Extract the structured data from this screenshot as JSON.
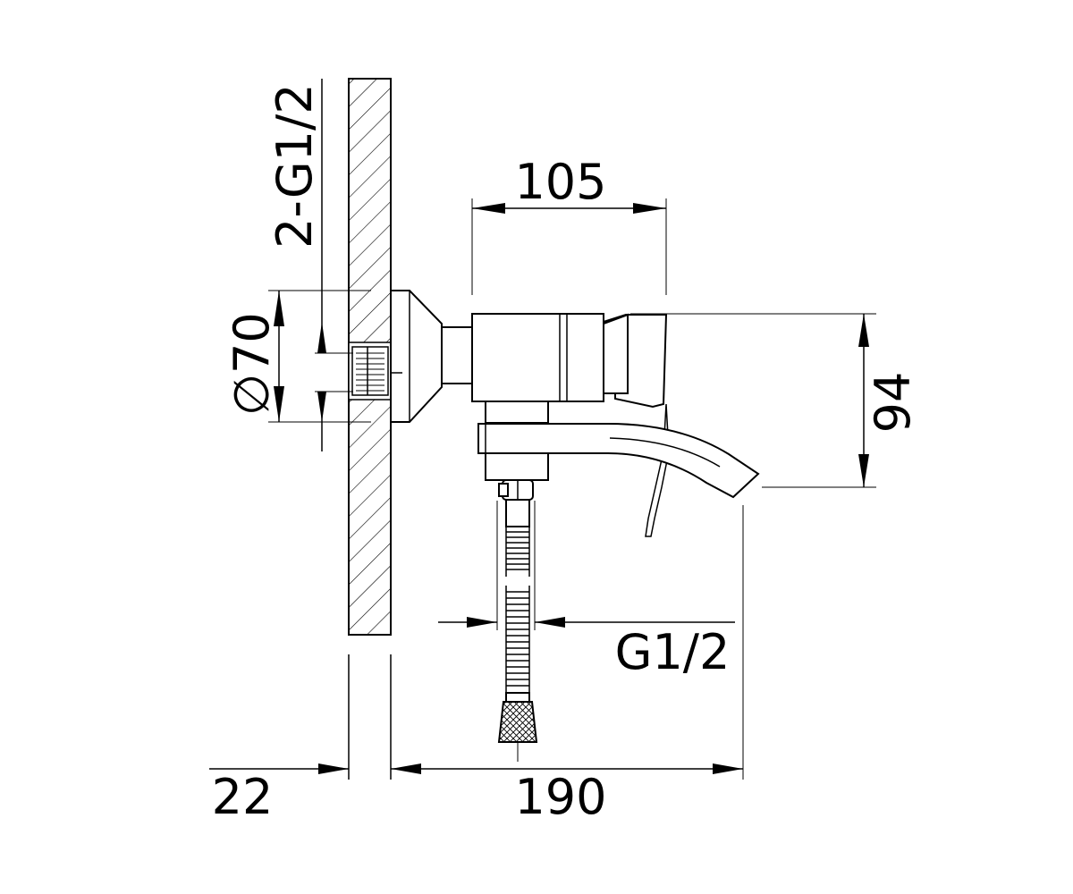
{
  "dimensions": {
    "thread_inlets": "2-G1/2",
    "flange_diameter": "∅70",
    "spout_depth": "105",
    "height": "94",
    "hose_thread": "G1/2",
    "wall_thickness": "22",
    "projection": "190"
  }
}
